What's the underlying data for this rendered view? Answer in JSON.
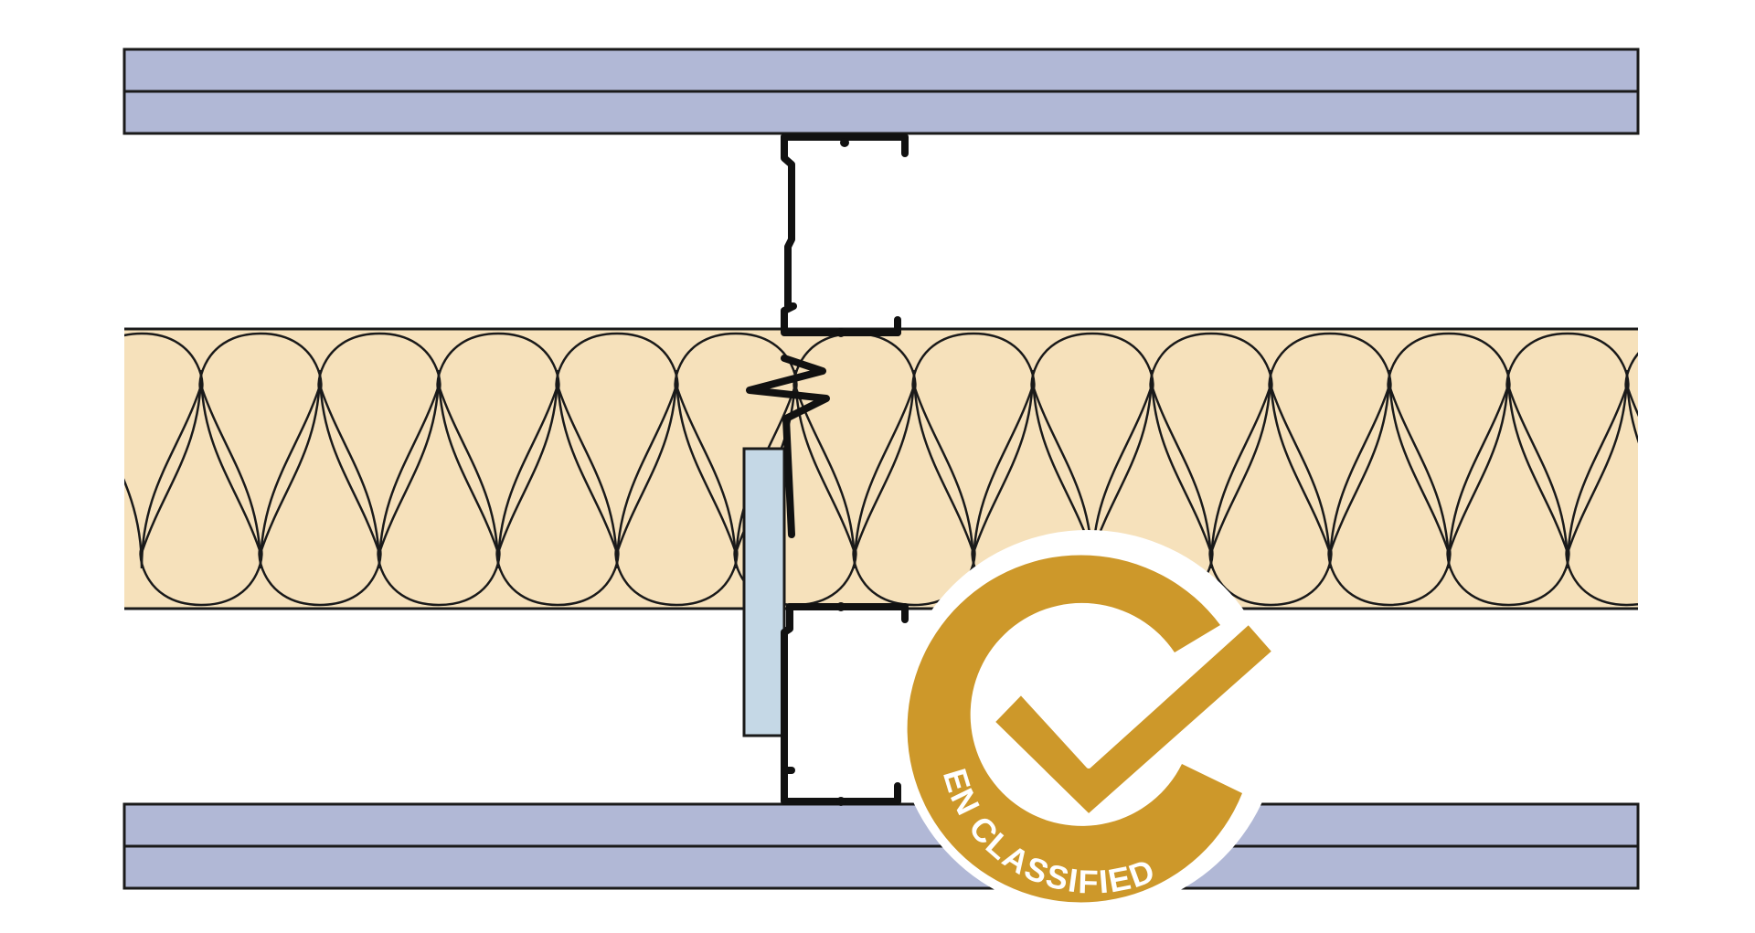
{
  "diagram": {
    "type": "wall-section",
    "components": {
      "boards_top": "board-layers",
      "boards_bottom": "board-layers",
      "insulation": "insulation-layer",
      "studs": "steel-c-studs",
      "brace": "brace-plate"
    }
  },
  "colors": {
    "board": "#b1b8d6",
    "insulation": "#f6e1bb",
    "brace": "#c5d8e6",
    "line": "#1a1a1a",
    "badge_gold": "#cd982a",
    "badge_white": "#ffffff"
  },
  "badge": {
    "text": "EN CLASSIFIED",
    "icon": "checkmark-icon"
  }
}
